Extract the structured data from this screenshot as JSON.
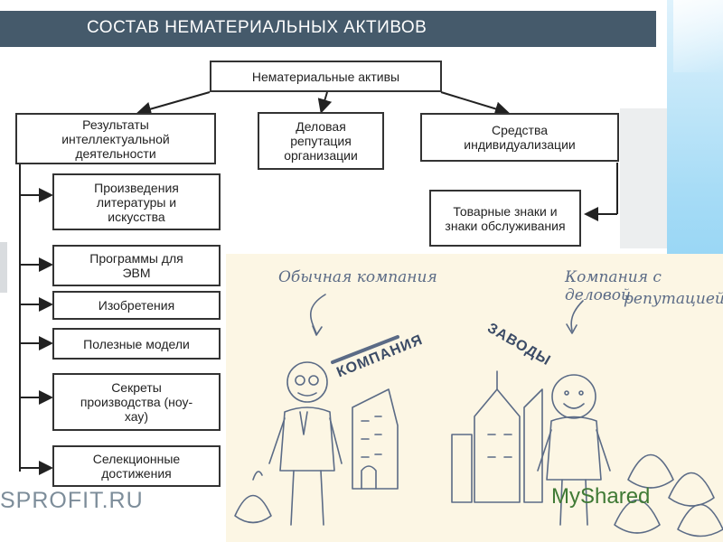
{
  "header": {
    "title": "СОСТАВ НЕМАТЕРИАЛЬНЫХ АКТИВОВ"
  },
  "diagram": {
    "root": "Нематериальные активы",
    "branches": {
      "intellectual": "Результаты интеллектуальной деятельности",
      "goodwill": "Деловая репутация организации",
      "individualization": "Средства индивидуализации"
    },
    "intellectual_items": [
      "Произведения литературы и искусства",
      "Программы для ЭВМ",
      "Изобретения",
      "Полезные модели",
      "Секреты производства (ноу-хау)",
      "Селекционные достижения"
    ],
    "individualization_items": [
      "Товарные знаки и знаки обслуживания"
    ]
  },
  "footer": {
    "brand": "SPROFIT.RU"
  },
  "cartoon": {
    "left_caption": "Обычная компания",
    "right_caption_line1": "Компания с деловой",
    "right_caption_line2": "репутацией",
    "left_sign": "КОМПАНИЯ",
    "right_sign": "ЗАВОДЫ"
  },
  "watermark": "MyShared"
}
